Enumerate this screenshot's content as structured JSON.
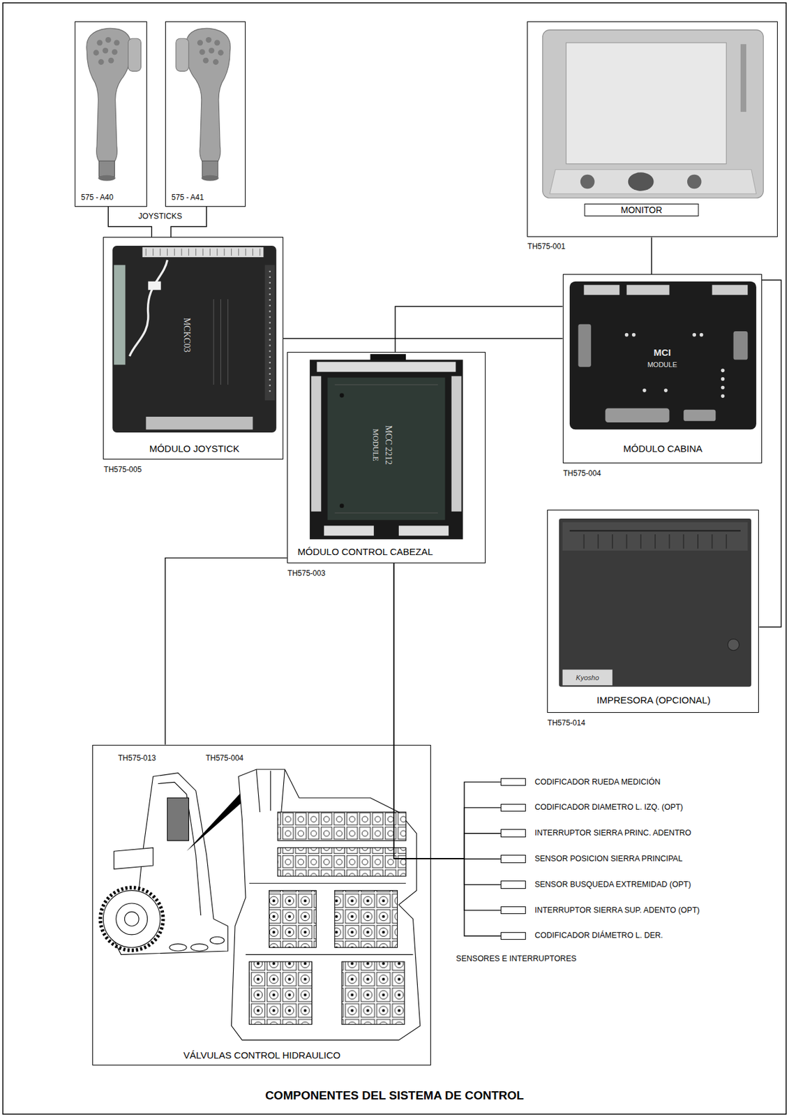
{
  "diagram": {
    "title": "COMPONENTES DEL SISTEMA DE CONTROL",
    "nodes": [
      {
        "text": [
          "575 - A40"
        ]
      },
      {
        "text": [
          "575 - A41"
        ]
      },
      {
        "text": [
          "MONITOR",
          "TH575-001"
        ]
      },
      {
        "text": [
          "MÓDULO JOYSTICK",
          "TH575-005"
        ]
      },
      {
        "text": [
          "MÓDULO CABINA",
          "TH575-004"
        ]
      },
      {
        "text": [
          "MÓDULO CONTROL CABEZAL",
          "TH575-003"
        ]
      },
      {
        "text": [
          "IMPRESORA (OPCIONAL)",
          "TH575-014"
        ]
      },
      {
        "text": [
          "VÁLVULAS CONTROL HIDRAULICO",
          "TH575-013",
          "TH575-004"
        ]
      },
      {
        "text": [
          "CODIFICADOR RUEDA MEDICIÓN"
        ]
      },
      {
        "text": [
          "CODIFICADOR DIAMETRO L. IZQ. (OPT)"
        ]
      },
      {
        "text": [
          "INTERRUPTOR SIERRA PRINC. ADENTRO"
        ]
      },
      {
        "text": [
          "SENSOR POSICION SIERRA PRINCIPAL"
        ]
      },
      {
        "text": [
          "SENSOR BUSQUEDA EXTREMIDAD (OPT)"
        ]
      },
      {
        "text": [
          "INTERRUPTOR SIERRA SUP. ADENTO (OPT)"
        ]
      },
      {
        "text": [
          "CODIFICADOR DIÁMETRO L. DER."
        ]
      }
    ],
    "edges": [
      {
        "from": 0,
        "to": 3,
        "arrow": "none"
      },
      {
        "from": 1,
        "to": 3,
        "arrow": "none"
      },
      {
        "from": 2,
        "to": 4,
        "arrow": "none"
      },
      {
        "from": 3,
        "to": 4,
        "arrow": "none"
      },
      {
        "from": 5,
        "to": 4,
        "arrow": "none"
      },
      {
        "from": 4,
        "to": 6,
        "arrow": "none"
      },
      {
        "from": 5,
        "to": 7,
        "arrow": "none"
      },
      {
        "from": 5,
        "to": 8,
        "arrow": "none"
      },
      {
        "from": 5,
        "to": 9,
        "arrow": "none"
      },
      {
        "from": 5,
        "to": 10,
        "arrow": "none"
      },
      {
        "from": 5,
        "to": 11,
        "arrow": "none"
      },
      {
        "from": 5,
        "to": 12,
        "arrow": "none"
      },
      {
        "from": 5,
        "to": 13,
        "arrow": "none"
      },
      {
        "from": 5,
        "to": 14,
        "arrow": "none"
      }
    ],
    "labels": [
      "JOYSTICKS",
      "MCKC03",
      "MCI",
      "MODULE",
      "MCC 2212",
      "MODULE",
      "Kyosho",
      "SENSORES E INTERRUPTORES"
    ]
  }
}
